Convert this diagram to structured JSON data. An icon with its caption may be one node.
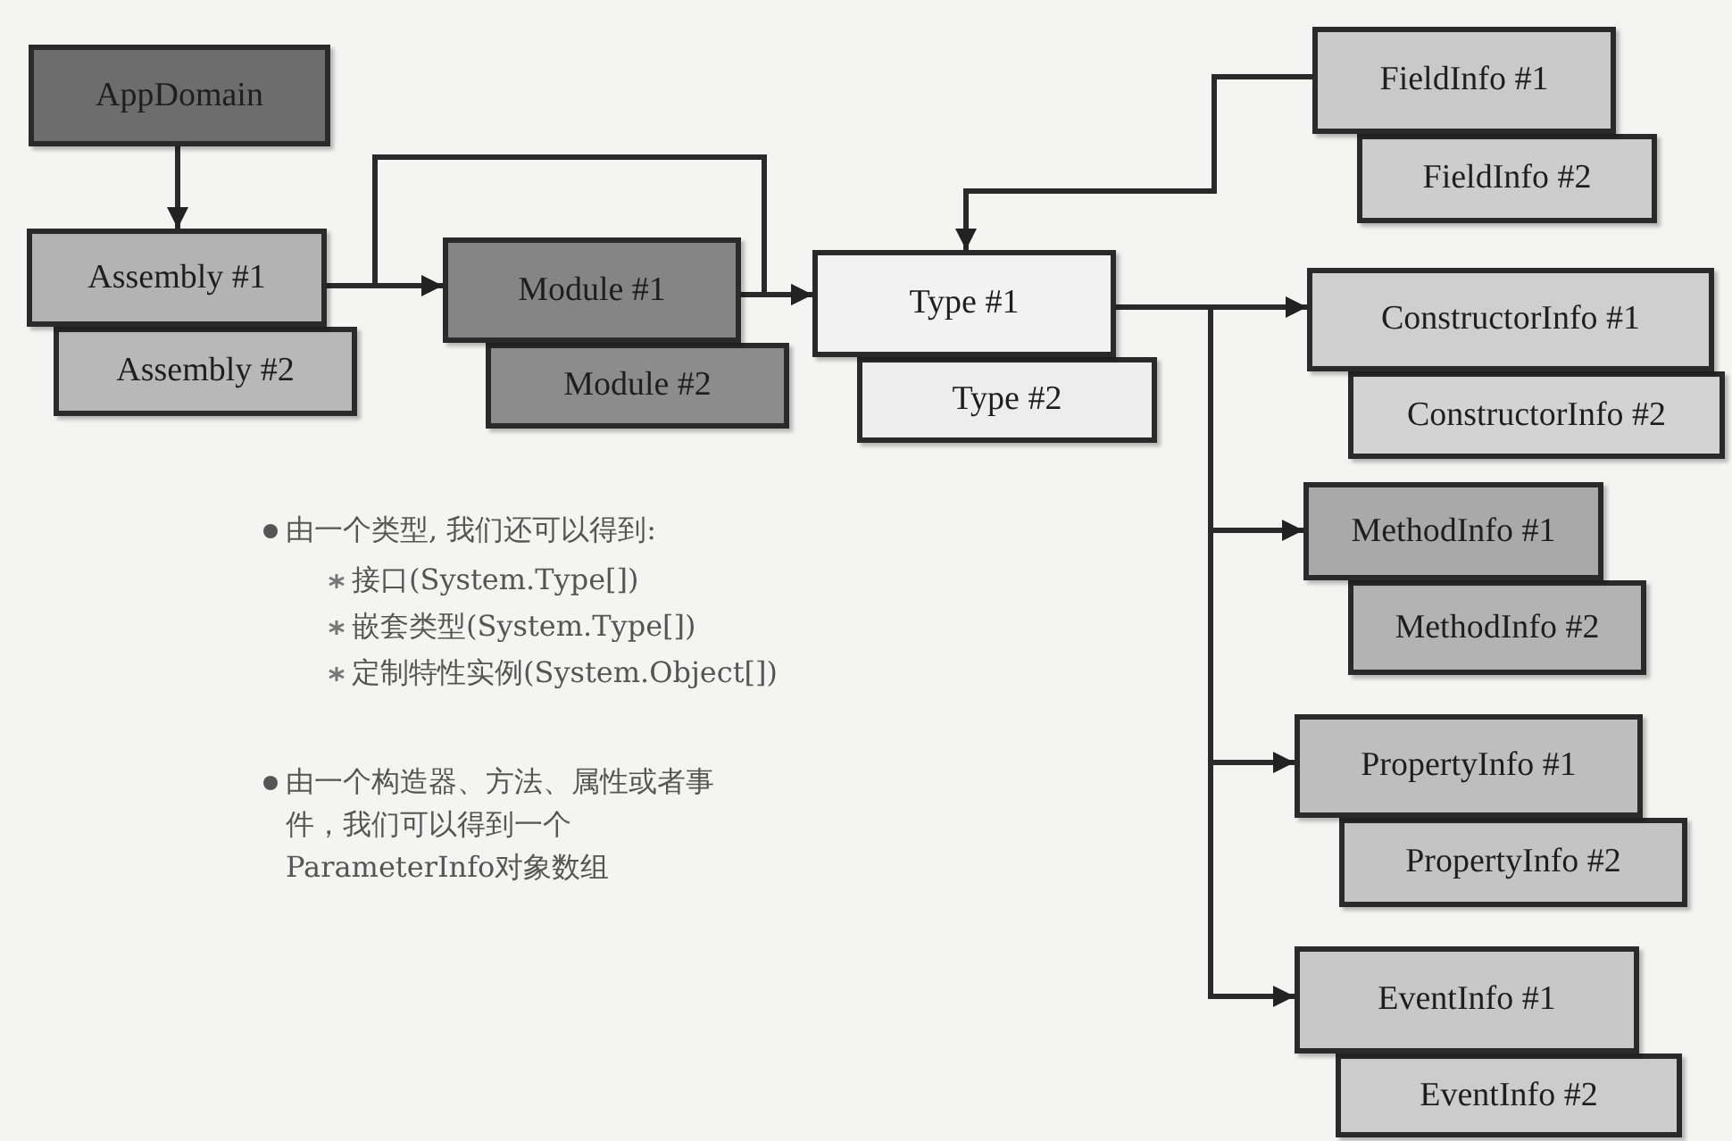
{
  "diagram": {
    "nodes": [
      {
        "text": [
          "AppDomain"
        ]
      },
      {
        "text": [
          "Assembly #1"
        ]
      },
      {
        "text": [
          "Assembly #2"
        ]
      },
      {
        "text": [
          "Module #1"
        ]
      },
      {
        "text": [
          "Module #2"
        ]
      },
      {
        "text": [
          "Type #1"
        ]
      },
      {
        "text": [
          "Type #2"
        ]
      },
      {
        "text": [
          "FieldInfo #1"
        ]
      },
      {
        "text": [
          "FieldInfo #2"
        ]
      },
      {
        "text": [
          "ConstructorInfo #1"
        ]
      },
      {
        "text": [
          "ConstructorInfo #2"
        ]
      },
      {
        "text": [
          "MethodInfo #1"
        ]
      },
      {
        "text": [
          "MethodInfo #2"
        ]
      },
      {
        "text": [
          "PropertyInfo #1"
        ]
      },
      {
        "text": [
          "PropertyInfo #2"
        ]
      },
      {
        "text": [
          "EventInfo #1"
        ]
      },
      {
        "text": [
          "EventInfo #2"
        ]
      }
    ],
    "edges": [
      {
        "from": 0,
        "to": 1,
        "arrow": "to"
      },
      {
        "from": 1,
        "to": 3,
        "arrow": "to"
      },
      {
        "from": 1,
        "to": 5,
        "arrow": "to"
      },
      {
        "from": 3,
        "to": 5,
        "arrow": "to"
      },
      {
        "from": 7,
        "to": 5,
        "arrow": "to"
      },
      {
        "from": 5,
        "to": 9,
        "arrow": "to"
      },
      {
        "from": 5,
        "to": 11,
        "arrow": "to"
      },
      {
        "from": 5,
        "to": 13,
        "arrow": "to"
      },
      {
        "from": 5,
        "to": 15,
        "arrow": "to"
      }
    ],
    "labels": [
      "由一个类型, 我们还可以得到:",
      "接口(System.Type[])",
      "嵌套类型(System.Type[])",
      "定制特性实例(System.Object[])",
      "由一个构造器、方法、属性或者事件，我们可以得到一个ParameterInfo对象数组"
    ]
  }
}
